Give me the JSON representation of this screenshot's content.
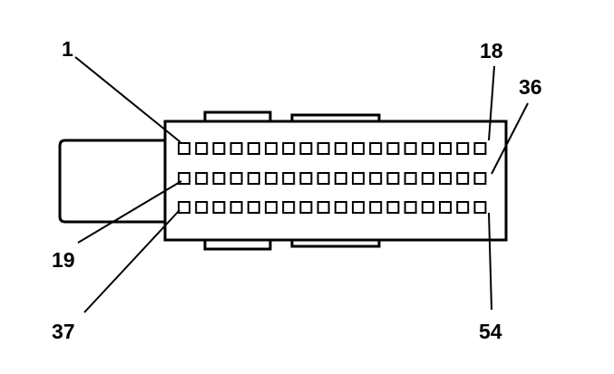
{
  "connector": {
    "rows": 3,
    "pins_per_row": 18,
    "line_color": "#000000",
    "background": "#ffffff"
  },
  "pin_labels": {
    "row1_first": "1",
    "row1_last": "18",
    "row2_first": "19",
    "row2_last": "36",
    "row3_first": "37",
    "row3_last": "54"
  }
}
